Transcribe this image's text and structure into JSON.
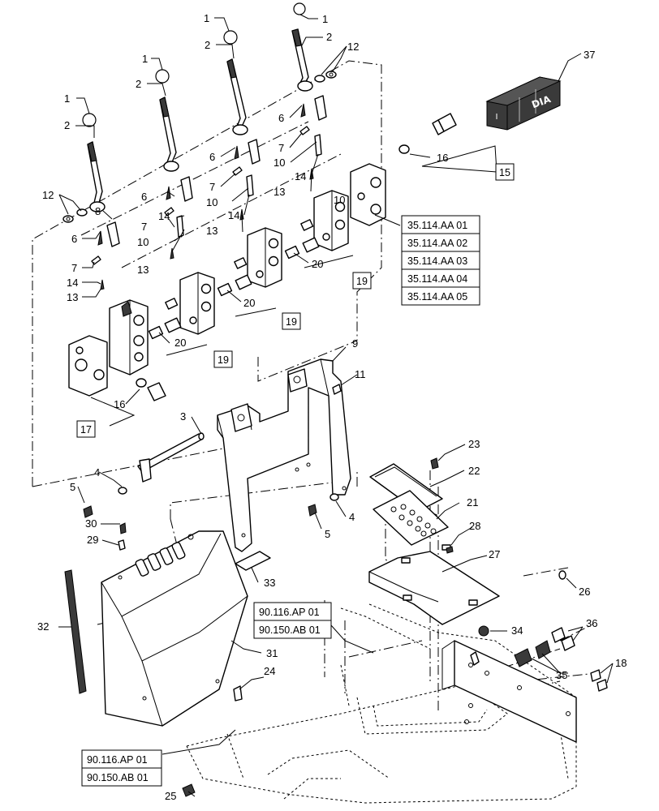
{
  "diagram": {
    "part_callouts": [
      {
        "id": "c1a",
        "text": "1"
      },
      {
        "id": "c1b",
        "text": "1"
      },
      {
        "id": "c1c",
        "text": "1"
      },
      {
        "id": "c1d",
        "text": "1"
      },
      {
        "id": "c2a",
        "text": "2"
      },
      {
        "id": "c2b",
        "text": "2"
      },
      {
        "id": "c2c",
        "text": "2"
      },
      {
        "id": "c2d",
        "text": "2"
      },
      {
        "id": "c3",
        "text": "3"
      },
      {
        "id": "c4a",
        "text": "4"
      },
      {
        "id": "c4b",
        "text": "4"
      },
      {
        "id": "c5a",
        "text": "5"
      },
      {
        "id": "c5b",
        "text": "5"
      },
      {
        "id": "c6a",
        "text": "6"
      },
      {
        "id": "c6b",
        "text": "6"
      },
      {
        "id": "c6c",
        "text": "6"
      },
      {
        "id": "c6d",
        "text": "6"
      },
      {
        "id": "c7a",
        "text": "7"
      },
      {
        "id": "c7b",
        "text": "7"
      },
      {
        "id": "c7c",
        "text": "7"
      },
      {
        "id": "c7d",
        "text": "7"
      },
      {
        "id": "c8",
        "text": "8"
      },
      {
        "id": "c9",
        "text": "9"
      },
      {
        "id": "c10a",
        "text": "10"
      },
      {
        "id": "c10b",
        "text": "10"
      },
      {
        "id": "c10c",
        "text": "10"
      },
      {
        "id": "c10d",
        "text": "10"
      },
      {
        "id": "c11",
        "text": "11"
      },
      {
        "id": "c12a",
        "text": "12"
      },
      {
        "id": "c12b",
        "text": "12"
      },
      {
        "id": "c13a",
        "text": "13"
      },
      {
        "id": "c13b",
        "text": "13"
      },
      {
        "id": "c13c",
        "text": "13"
      },
      {
        "id": "c13d",
        "text": "13"
      },
      {
        "id": "c14a",
        "text": "14"
      },
      {
        "id": "c14b",
        "text": "14"
      },
      {
        "id": "c14c",
        "text": "14"
      },
      {
        "id": "c14d",
        "text": "14"
      },
      {
        "id": "c16a",
        "text": "16"
      },
      {
        "id": "c16b",
        "text": "16"
      },
      {
        "id": "c18",
        "text": "18"
      },
      {
        "id": "c20a",
        "text": "20"
      },
      {
        "id": "c20b",
        "text": "20"
      },
      {
        "id": "c20c",
        "text": "20"
      },
      {
        "id": "c21",
        "text": "21"
      },
      {
        "id": "c22",
        "text": "22"
      },
      {
        "id": "c23",
        "text": "23"
      },
      {
        "id": "c24",
        "text": "24"
      },
      {
        "id": "c25",
        "text": "25"
      },
      {
        "id": "c26",
        "text": "26"
      },
      {
        "id": "c27",
        "text": "27"
      },
      {
        "id": "c28",
        "text": "28"
      },
      {
        "id": "c29",
        "text": "29"
      },
      {
        "id": "c30",
        "text": "30"
      },
      {
        "id": "c31",
        "text": "31"
      },
      {
        "id": "c32",
        "text": "32"
      },
      {
        "id": "c33",
        "text": "33"
      },
      {
        "id": "c34",
        "text": "34"
      },
      {
        "id": "c35",
        "text": "35"
      },
      {
        "id": "c36",
        "text": "36"
      },
      {
        "id": "c37",
        "text": "37"
      }
    ],
    "boxed_callouts": [
      {
        "id": "b15",
        "text": "15"
      },
      {
        "id": "b17",
        "text": "17"
      },
      {
        "id": "b19a",
        "text": "19"
      },
      {
        "id": "b19b",
        "text": "19"
      },
      {
        "id": "b19c",
        "text": "19"
      }
    ],
    "reference_block_valves": [
      "35.114.AA 01",
      "35.114.AA 02",
      "35.114.AA 03",
      "35.114.AA 04",
      "35.114.AA 05"
    ],
    "reference_block_mid": [
      "90.116.AP 01",
      "90.150.AB 01"
    ],
    "reference_block_bottom": [
      "90.116.AP 01",
      "90.150.AB 01"
    ],
    "kit_box_label": "DIA"
  }
}
